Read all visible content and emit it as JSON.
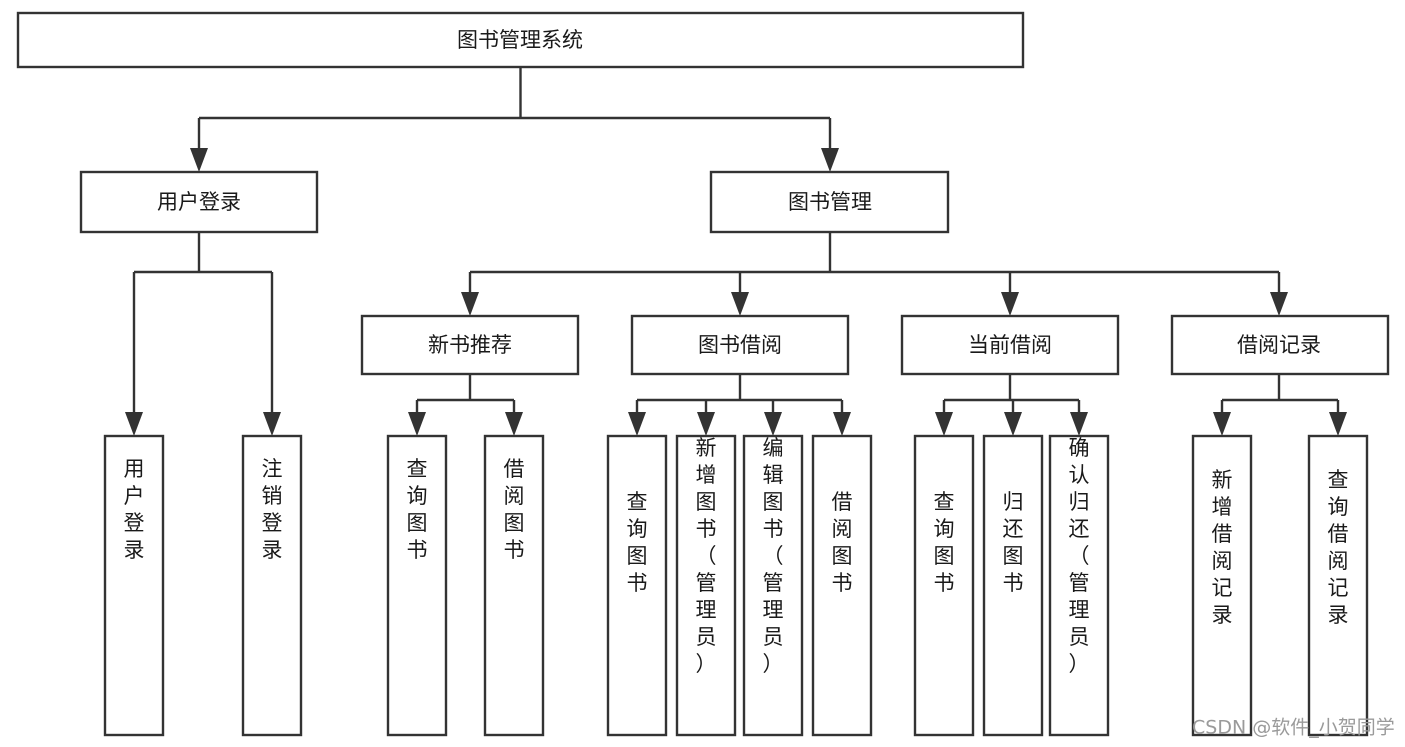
{
  "diagram": {
    "title": "图书管理系统",
    "watermark": "CSDN @软件_小贺同学",
    "colors": {
      "stroke": "#333333",
      "fill": "#ffffff",
      "text": "#1a1a1a",
      "watermark": "#9a9a9a",
      "background": "#ffffff"
    },
    "nodes": {
      "root": {
        "label": "图书管理系统"
      },
      "level2": [
        {
          "label": "用户登录"
        },
        {
          "label": "图书管理"
        }
      ],
      "level3": [
        {
          "label": "新书推荐"
        },
        {
          "label": "图书借阅"
        },
        {
          "label": "当前借阅"
        },
        {
          "label": "借阅记录"
        }
      ],
      "leaves": {
        "user_login": [
          {
            "label": "用户登录"
          },
          {
            "label": "注销登录"
          }
        ],
        "new_book_rec": [
          {
            "label": "查询图书"
          },
          {
            "label": "借阅图书"
          }
        ],
        "book_borrow": [
          {
            "label": "查询图书"
          },
          {
            "label": "新增图书（管理员）"
          },
          {
            "label": "编辑图书（管理员）"
          },
          {
            "label": "借阅图书"
          }
        ],
        "current_borrow": [
          {
            "label": "查询图书"
          },
          {
            "label": "归还图书"
          },
          {
            "label": "确认归还（管理员）"
          }
        ],
        "borrow_record": [
          {
            "label": "新增借阅记录"
          },
          {
            "label": "查询借阅记录"
          }
        ]
      }
    }
  }
}
